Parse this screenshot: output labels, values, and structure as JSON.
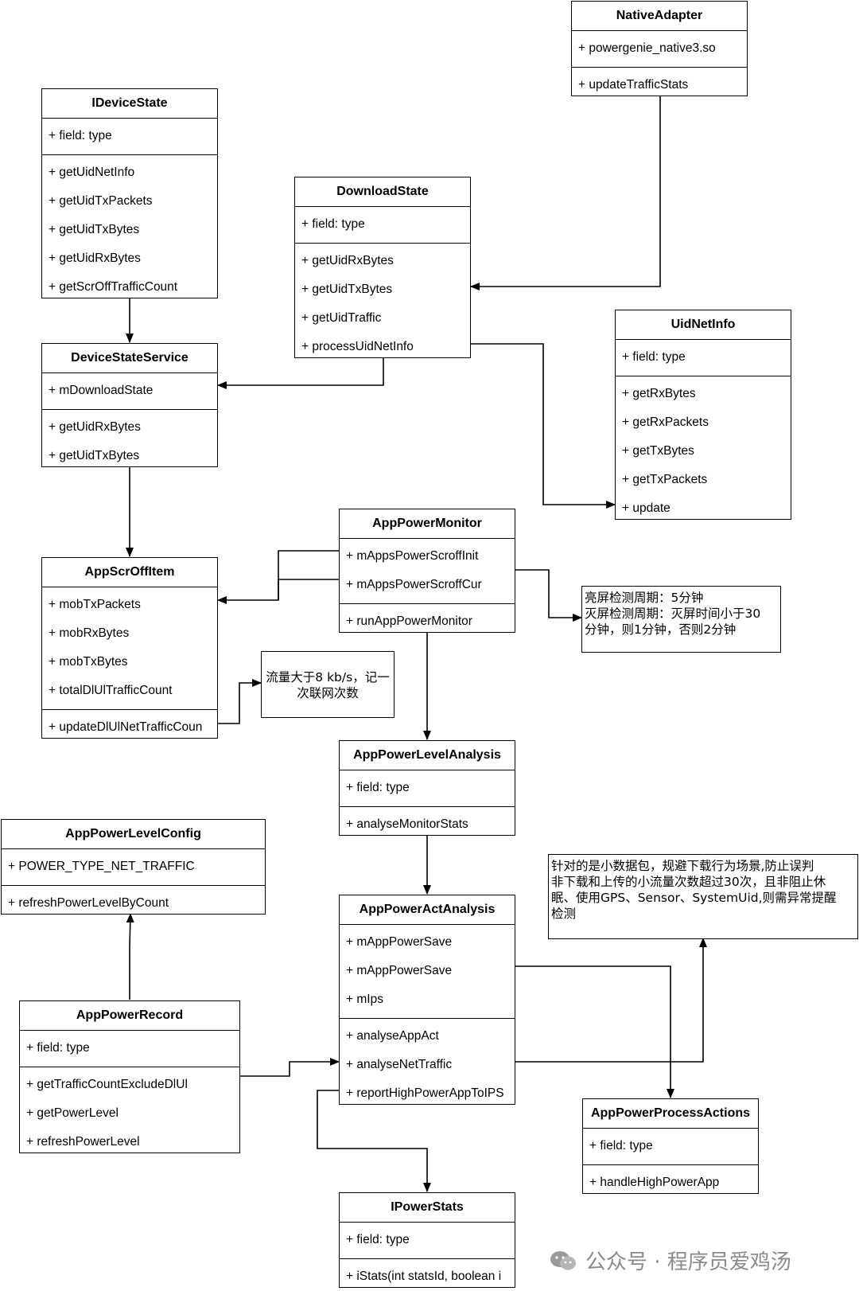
{
  "classes": [
    {
      "id": "NativeAdapter",
      "title": "NativeAdapter",
      "attributes": [
        "+ powergenie_native3.so"
      ],
      "methods": [
        "+ updateTrafficStats"
      ]
    },
    {
      "id": "IDeviceState",
      "title": "IDeviceState",
      "attributes": [
        "+ field: type"
      ],
      "methods": [
        "+ getUidNetInfo",
        "+ getUidTxPackets",
        "+ getUidTxBytes",
        "+ getUidRxBytes",
        "+ getScrOffTrafficCount"
      ]
    },
    {
      "id": "DownloadState",
      "title": "DownloadState",
      "attributes": [
        "+ field: type"
      ],
      "methods": [
        "+ getUidRxBytes",
        "+ getUidTxBytes",
        "+ getUidTraffic",
        "+ processUidNetInfo"
      ]
    },
    {
      "id": "UidNetInfo",
      "title": "UidNetInfo",
      "attributes": [
        "+ field: type"
      ],
      "methods": [
        "+ getRxBytes",
        "+ getRxPackets",
        "+ getTxBytes",
        "+ getTxPackets",
        "+ update"
      ]
    },
    {
      "id": "DeviceStateService",
      "title": "DeviceStateService",
      "attributes": [
        "+ mDownloadState"
      ],
      "methods": [
        "+ getUidRxBytes",
        "+ getUidTxBytes"
      ]
    },
    {
      "id": "AppPowerMonitor",
      "title": "AppPowerMonitor",
      "attributes": [
        "+ mAppsPowerScroffInit",
        "+ mAppsPowerScroffCur"
      ],
      "methods": [
        "+ runAppPowerMonitor"
      ]
    },
    {
      "id": "AppScrOffItem",
      "title": "AppScrOffItem",
      "attributes": [
        "+ mobTxPackets",
        "+ mobRxBytes",
        "+ mobTxBytes",
        "+ totalDlUlTrafficCount"
      ],
      "methods": [
        "+ updateDlUlNetTrafficCoun"
      ]
    },
    {
      "id": "AppPowerLevelAnalysis",
      "title": "AppPowerLevelAnalysis",
      "attributes": [
        "+ field: type"
      ],
      "methods": [
        "+ analyseMonitorStats"
      ]
    },
    {
      "id": "AppPowerLevelConfig",
      "title": "AppPowerLevelConfig",
      "attributes": [
        "+ POWER_TYPE_NET_TRAFFIC"
      ],
      "methods": [
        "+ refreshPowerLevelByCount"
      ]
    },
    {
      "id": "AppPowerActAnalysis",
      "title": "AppPowerActAnalysis",
      "attributes": [
        "+ mAppPowerSave",
        "+ mAppPowerSave",
        "+ mIps"
      ],
      "methods": [
        "+ analyseAppAct",
        "+ analyseNetTraffic",
        "+ reportHighPowerAppToIPS"
      ]
    },
    {
      "id": "AppPowerRecord",
      "title": "AppPowerRecord",
      "attributes": [
        "+ field: type"
      ],
      "methods": [
        "+ getTrafficCountExcludeDlUl",
        "+ getPowerLevel",
        "+ refreshPowerLevel"
      ]
    },
    {
      "id": "AppPowerProcessActions",
      "title": "AppPowerProcessActions",
      "attributes": [
        "+ field: type"
      ],
      "methods": [
        "+ handleHighPowerApp"
      ]
    },
    {
      "id": "IPowerStats",
      "title": "IPowerStats",
      "attributes": [
        "+ field: type"
      ],
      "methods": [
        "+ iStats(int statsId, boolean i"
      ]
    }
  ],
  "notes": [
    {
      "id": "note-screen-cycle",
      "lines": [
        "亮屏检测周期：5分钟",
        "灭屏检测周期：灭屏时间小于30",
        "分钟，则1分钟，否则2分钟"
      ]
    },
    {
      "id": "note-traffic",
      "lines": [
        "流量大于8 kb/s，记一",
        "次联网次数"
      ]
    },
    {
      "id": "note-small-packet",
      "lines": [
        "针对的是小数据包，规避下载行为场景,防止误判",
        "非下载和上传的小流量次数超过30次，且非阻止休",
        "眠、使用GPS、Sensor、SystemUid,则需异常提醒",
        "检测"
      ]
    }
  ],
  "watermark": {
    "text": "公众号 · 程序员爱鸡汤",
    "icon": "wechat-icon"
  },
  "colors": {
    "stroke": "#000000",
    "background": "#ffffff",
    "watermark": "#8a8a8a"
  }
}
